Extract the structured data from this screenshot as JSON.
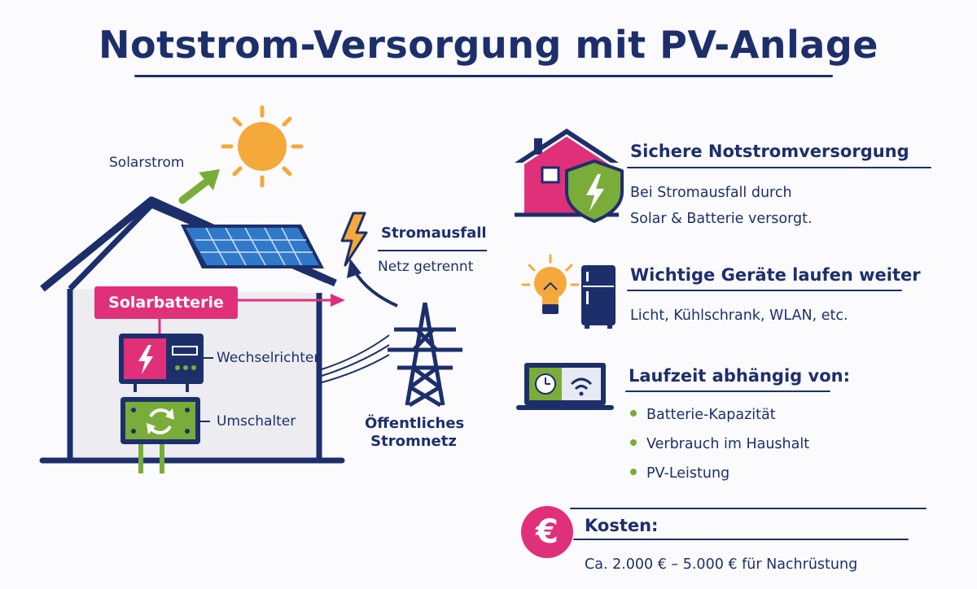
{
  "title": "Notstrom-Versorgung mit PV-Anlage",
  "diagram": {
    "solarstrom_label": "Solarstrom",
    "stromausfall_label": "Stromausfall",
    "netz_getrennt_label": "Netz getrennt",
    "solarbatterie_label": "Solarbatterie",
    "wechselrichter_label": "Wechselrichter",
    "umschalter_label": "Umschalter",
    "stromnetz_label_line1": "Öffentliches",
    "stromnetz_label_line2": "Stromnetz"
  },
  "sections": {
    "secure": {
      "title": "Sichere Notstromversorgung",
      "line1": "Bei Stromausfall durch",
      "line2": "Solar & Batterie versorgt."
    },
    "devices": {
      "title": "Wichtige Geräte laufen weiter",
      "text": "Licht, Kühlschrank, WLAN, etc."
    },
    "runtime": {
      "title": "Laufzeit abhängig von:",
      "factors": [
        "Batterie-Kapazität",
        "Verbrauch im Haushalt",
        "PV-Leistung"
      ]
    },
    "costs": {
      "title": "Kosten:",
      "symbol": "€",
      "text": "Ca. 2.000 € – 5.000 € für Nachrüstung"
    }
  },
  "colors": {
    "navy": "#1d2f6b",
    "pink": "#e0307a",
    "green": "#7aac3a",
    "sun": "#f5a93a",
    "panel_blue": "#1f5fb0"
  },
  "icons": [
    "sun-icon",
    "arrow-icon",
    "lightning-icon",
    "house-shield-icon",
    "lightbulb-icon",
    "fridge-icon",
    "laptop-clock-wifi-icon",
    "euro-icon",
    "power-pylon-icon",
    "inverter-icon",
    "switch-icon"
  ]
}
